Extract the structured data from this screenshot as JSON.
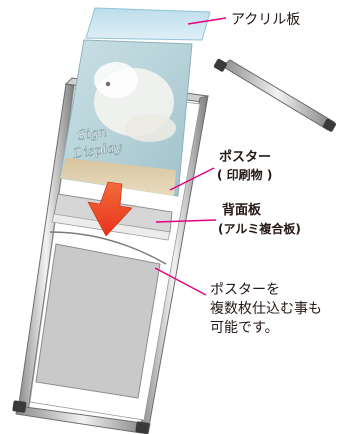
{
  "labels": {
    "acrylic_plate": "アクリル板",
    "poster": "ポスター",
    "poster_sub": "( 印刷物 )",
    "back_plate": "背面板",
    "back_plate_sub": "(アルミ複合板)"
  },
  "poster_image": {
    "caption_line1": "Sign",
    "caption_line2": "Display"
  },
  "note_lines": [
    "ポスターを",
    "複数枚仕込む事も",
    "可能です。"
  ]
}
